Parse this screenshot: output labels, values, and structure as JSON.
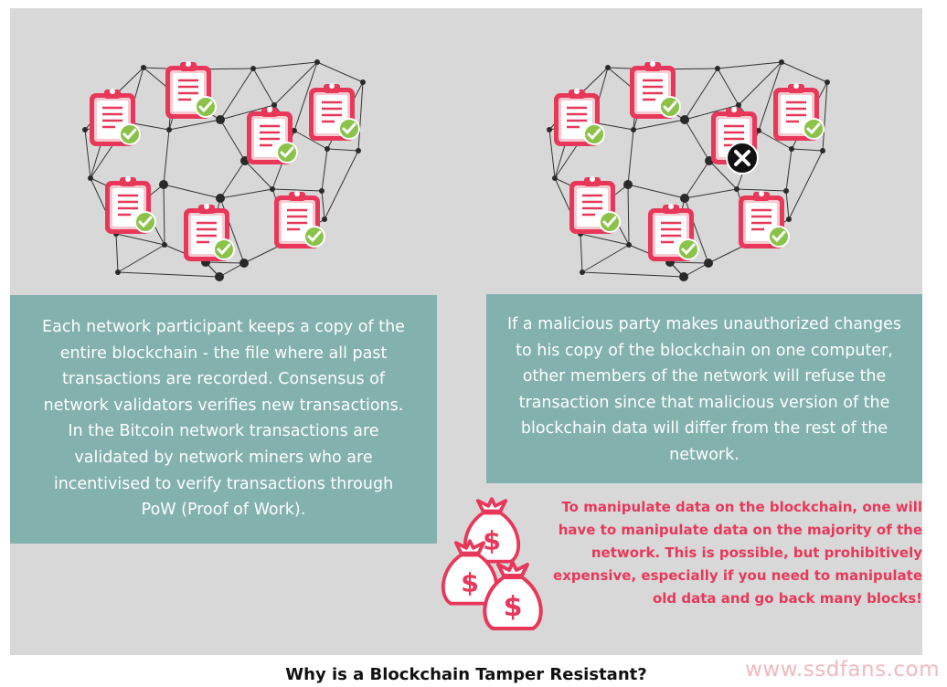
{
  "colors": {
    "panel": "#d8d8d8",
    "box": "#82b1ae",
    "accent": "#e8385a",
    "check": "#8bc34a",
    "node": "#2a2a2a"
  },
  "left_box": {
    "lines": [
      "Each network participant keeps a copy of the",
      "entire blockchain - the file where all past",
      "transactions are recorded. Consensus of",
      "network validators verifies new transactions.",
      "In the Bitcoin network transactions are",
      "validated by network miners who are",
      "incentivised to verify transactions through",
      "PoW (Proof of Work)."
    ]
  },
  "right_box": {
    "lines": [
      "If a malicious party makes unauthorized changes",
      "to his copy of the blockchain on one computer,",
      "other members of the network will refuse the",
      "transaction since that malicious version of the",
      "blockchain data will differ from the rest of the",
      "network."
    ]
  },
  "note": {
    "lines": [
      "To manipulate data on the blockchain, one will",
      "have to manipulate data on the majority of the",
      "network. This is possible, but prohibitively",
      "expensive, especially if you need to manipulate",
      "old data and go back many blocks!"
    ]
  },
  "icons": {
    "network_left": "network-mesh-icon",
    "network_right": "network-mesh-icon",
    "document": "clipboard-document-icon",
    "valid": "checkmark-icon",
    "invalid": "x-mark-icon",
    "money": "money-bag-icon"
  },
  "caption": "Why is a Blockchain Tamper Resistant?",
  "watermark": "www.ssdfans.com"
}
